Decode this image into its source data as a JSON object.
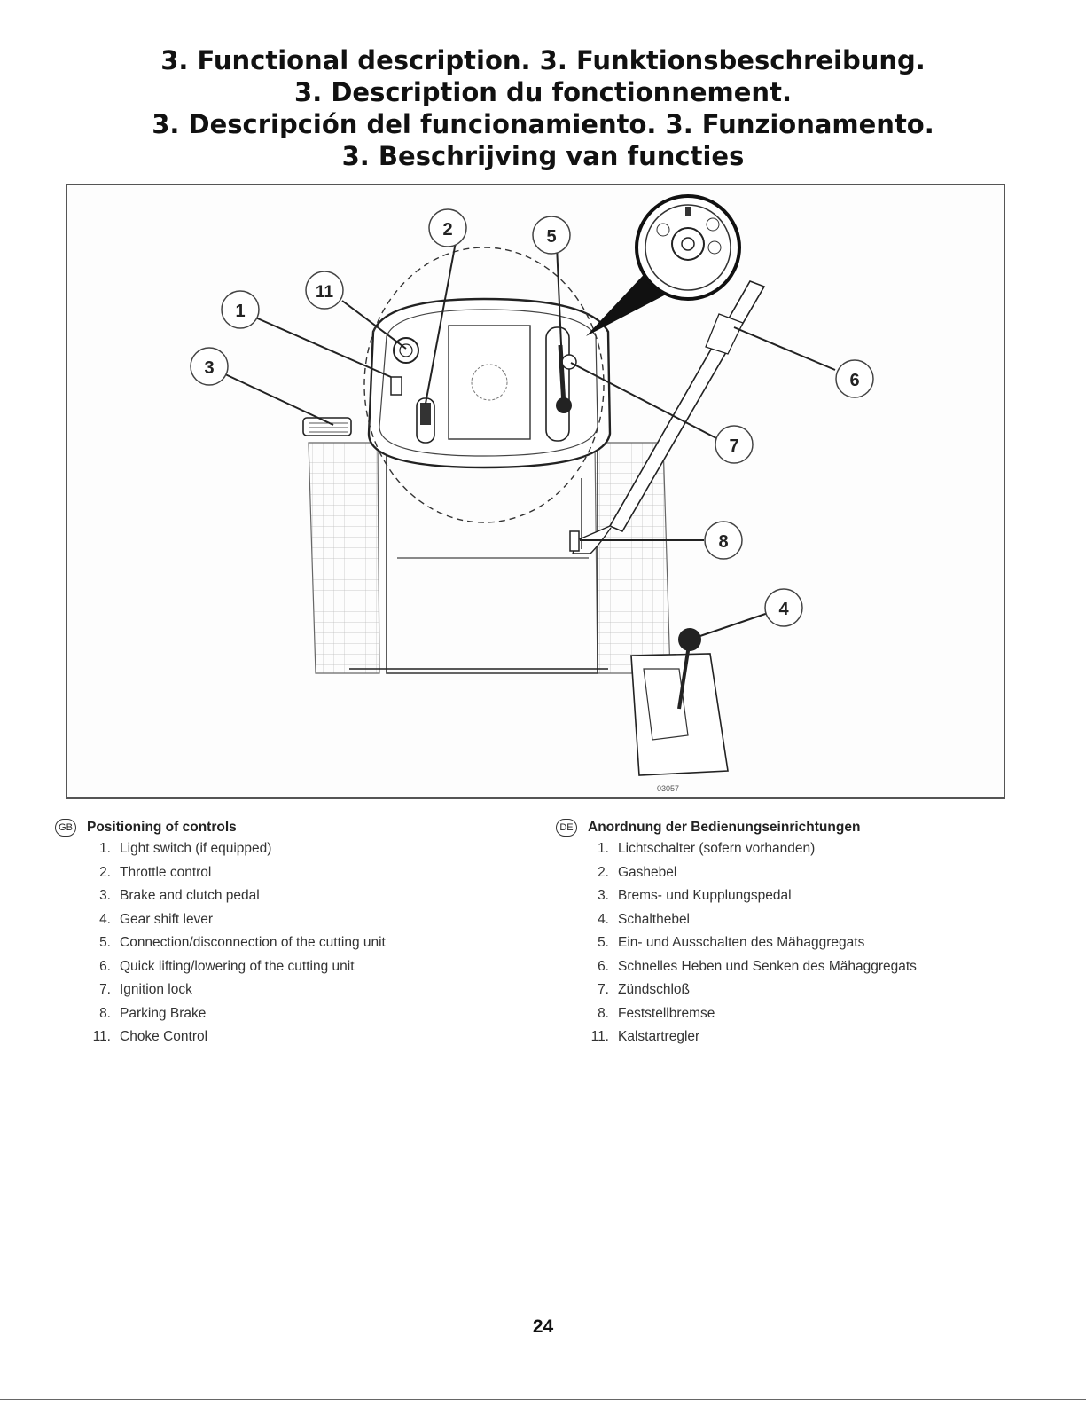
{
  "heading": {
    "line1": "3. Functional description.   3. Funktionsbeschreibung.",
    "line2": "3. Description du fonctionnement.",
    "line3": "3. Descripción del funcionamiento.   3. Funzionamento.",
    "line4": "3. Beschrijving van functies"
  },
  "figure": {
    "code": "03057",
    "callouts": [
      "1",
      "2",
      "3",
      "4",
      "5",
      "6",
      "7",
      "8",
      "11"
    ]
  },
  "gb": {
    "badge": "GB",
    "title": "Positioning of controls",
    "items": [
      {
        "num": "1.",
        "text": "Light switch (if equipped)"
      },
      {
        "num": "2.",
        "text": "Throttle control"
      },
      {
        "num": "3.",
        "text": "Brake and clutch pedal"
      },
      {
        "num": "4.",
        "text": "Gear shift  lever"
      },
      {
        "num": "5.",
        "text": "Connection/disconnection of the cutting unit"
      },
      {
        "num": "6.",
        "text": "Quick lifting/lowering  of the cutting unit"
      },
      {
        "num": "7.",
        "text": "Ignition lock"
      },
      {
        "num": "8.",
        "text": "Parking Brake"
      },
      {
        "num": "11.",
        "text": "Choke Control"
      }
    ]
  },
  "de": {
    "badge": "DE",
    "title": "Anordnung der Bedienungseinrichtungen",
    "items": [
      {
        "num": "1.",
        "text": "Lichtschalter (sofern vorhanden)"
      },
      {
        "num": "2.",
        "text": "Gashebel"
      },
      {
        "num": "3.",
        "text": "Brems- und Kupplungspedal"
      },
      {
        "num": "4.",
        "text": "Schalthebel"
      },
      {
        "num": "5.",
        "text": "Ein- und Ausschalten des Mähaggregats"
      },
      {
        "num": "6.",
        "text": "Schnelles Heben und Senken des Mähaggregats"
      },
      {
        "num": "7.",
        "text": "Zündschloß"
      },
      {
        "num": "8.",
        "text": "Feststellbremse"
      },
      {
        "num": "11.",
        "text": "Kalstartregler"
      }
    ]
  },
  "page_number": "24"
}
